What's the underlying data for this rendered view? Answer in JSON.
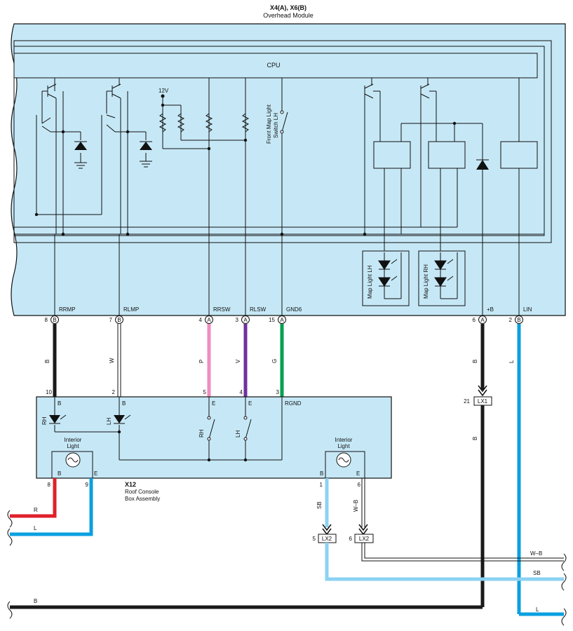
{
  "header": {
    "module_id": "X4(A), X6(B)",
    "module_name": "Overhead Module"
  },
  "module": {
    "cpu_label": "CPU",
    "supply_label": "12V",
    "front_switch_label_line1": "Front Map Light",
    "front_switch_label_line2": "Switch LH",
    "map_light_lh": "Map Light LH",
    "map_light_rh": "Map Light RH",
    "pins": [
      {
        "name": "RRMP",
        "pin": "8",
        "conn": "B",
        "color": "B"
      },
      {
        "name": "RLMP",
        "pin": "7",
        "conn": "B",
        "color": "W"
      },
      {
        "name": "RRSW",
        "pin": "4",
        "conn": "A",
        "color": "P"
      },
      {
        "name": "RLSW",
        "pin": "3",
        "conn": "A",
        "color": "V"
      },
      {
        "name": "GND6",
        "pin": "15",
        "conn": "A",
        "color": "G"
      },
      {
        "name": "+B",
        "pin": "6",
        "conn": "A",
        "color": "B"
      },
      {
        "name": "LIN",
        "pin": "2",
        "conn": "B",
        "color": "L"
      }
    ]
  },
  "console": {
    "id": "X12",
    "name_line1": "Roof Console",
    "name_line2": "Box Assembly",
    "pins_top": [
      "10",
      "2",
      "5",
      "4",
      "3"
    ],
    "term_top": [
      "B",
      "B",
      "E",
      "E",
      "RGND"
    ],
    "led_rh": "RH",
    "led_lh": "LH",
    "sw_rh": "RH",
    "sw_lh": "LH",
    "interior_light_line1": "Interior",
    "interior_light_line2": "Light",
    "term_b": "B",
    "term_e": "E",
    "pins_bottom_left": [
      "8",
      "9"
    ],
    "pins_bottom_right": [
      "1",
      "6"
    ]
  },
  "connectors": {
    "lx1_label": "LX1",
    "lx1_pin": "21",
    "lx2_label": "LX2",
    "lx2_pin_a": "5",
    "lx2_pin_b": "6"
  },
  "wires": {
    "b": "B",
    "r": "R",
    "l": "L",
    "sb": "SB",
    "wb": "W–B"
  },
  "colors": {
    "module_fill": "#c6e8f6",
    "black_wire": "#1a1a1a",
    "pink_wire": "#f08cc0",
    "violet_wire": "#7030a0",
    "green_wire": "#00a050",
    "red_wire": "#e0202a",
    "blue_wire": "#0aa0e0",
    "sky_wire": "#8cd2f2"
  }
}
